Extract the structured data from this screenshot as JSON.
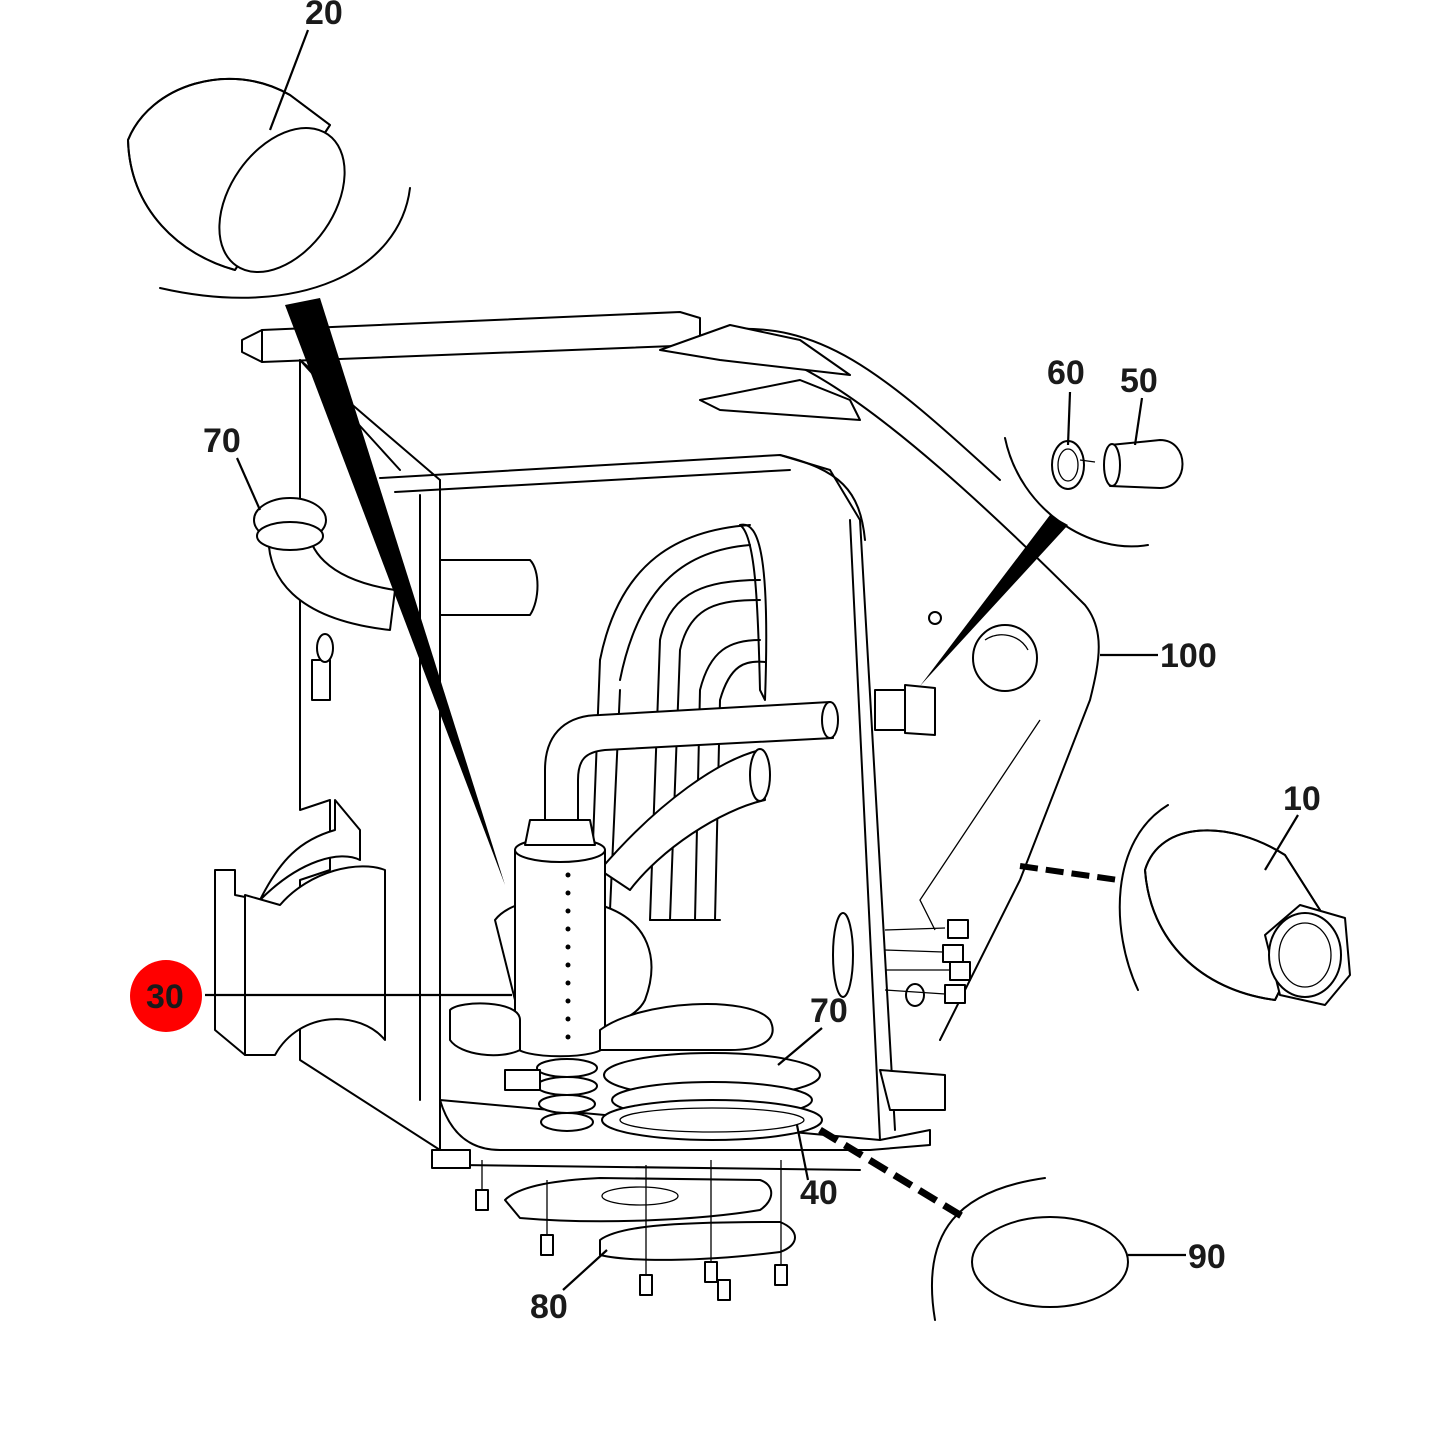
{
  "callouts": {
    "c20": "20",
    "c70_top": "70",
    "c60": "60",
    "c50": "50",
    "c100": "100",
    "c10": "10",
    "c30": "30",
    "c70_mid": "70",
    "c40": "40",
    "c90": "90",
    "c80": "80"
  },
  "colors": {
    "highlight": "#ff0000",
    "line": "#000000",
    "background": "#ffffff"
  }
}
